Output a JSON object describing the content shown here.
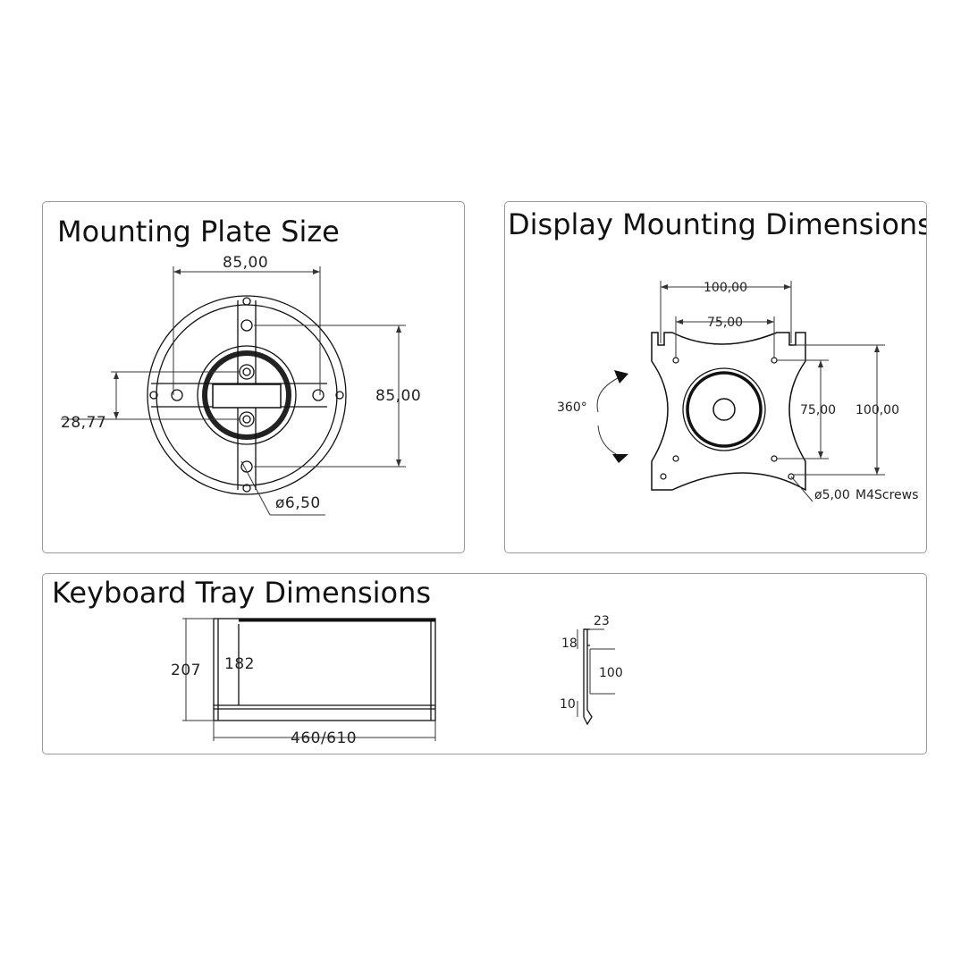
{
  "mounting": {
    "title": "Mounting Plate Size",
    "width": "85,00",
    "height": "85,00",
    "offset": "28,77",
    "hole": "ø6,50"
  },
  "display": {
    "title": "Display Mounting Dimensions",
    "outer_w": "100,00",
    "inner_w": "75,00",
    "inner_h": "75,00",
    "outer_h": "100,00",
    "rotation": "360°",
    "hole": "ø5,00",
    "screws": "M4Screws"
  },
  "keyboard": {
    "title": "Keyboard Tray Dimensions",
    "height": "207",
    "inner_height": "182",
    "width": "460/610",
    "profile_top": "23",
    "profile_left": "18",
    "profile_mid": "100",
    "profile_bottom": "10"
  }
}
